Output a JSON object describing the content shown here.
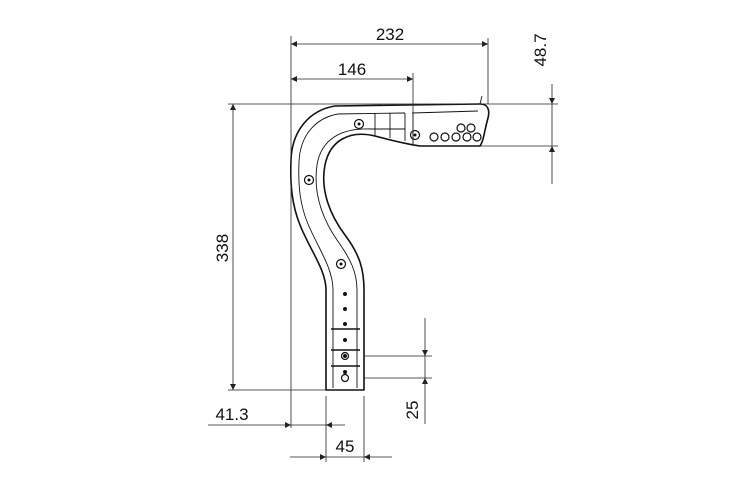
{
  "dimensions": {
    "overall_width": "232",
    "top_offset": "146",
    "tip_height": "48.7",
    "total_height": "338",
    "left_offset": "41.3",
    "stem_width": "45",
    "slot_pitch": "25"
  }
}
